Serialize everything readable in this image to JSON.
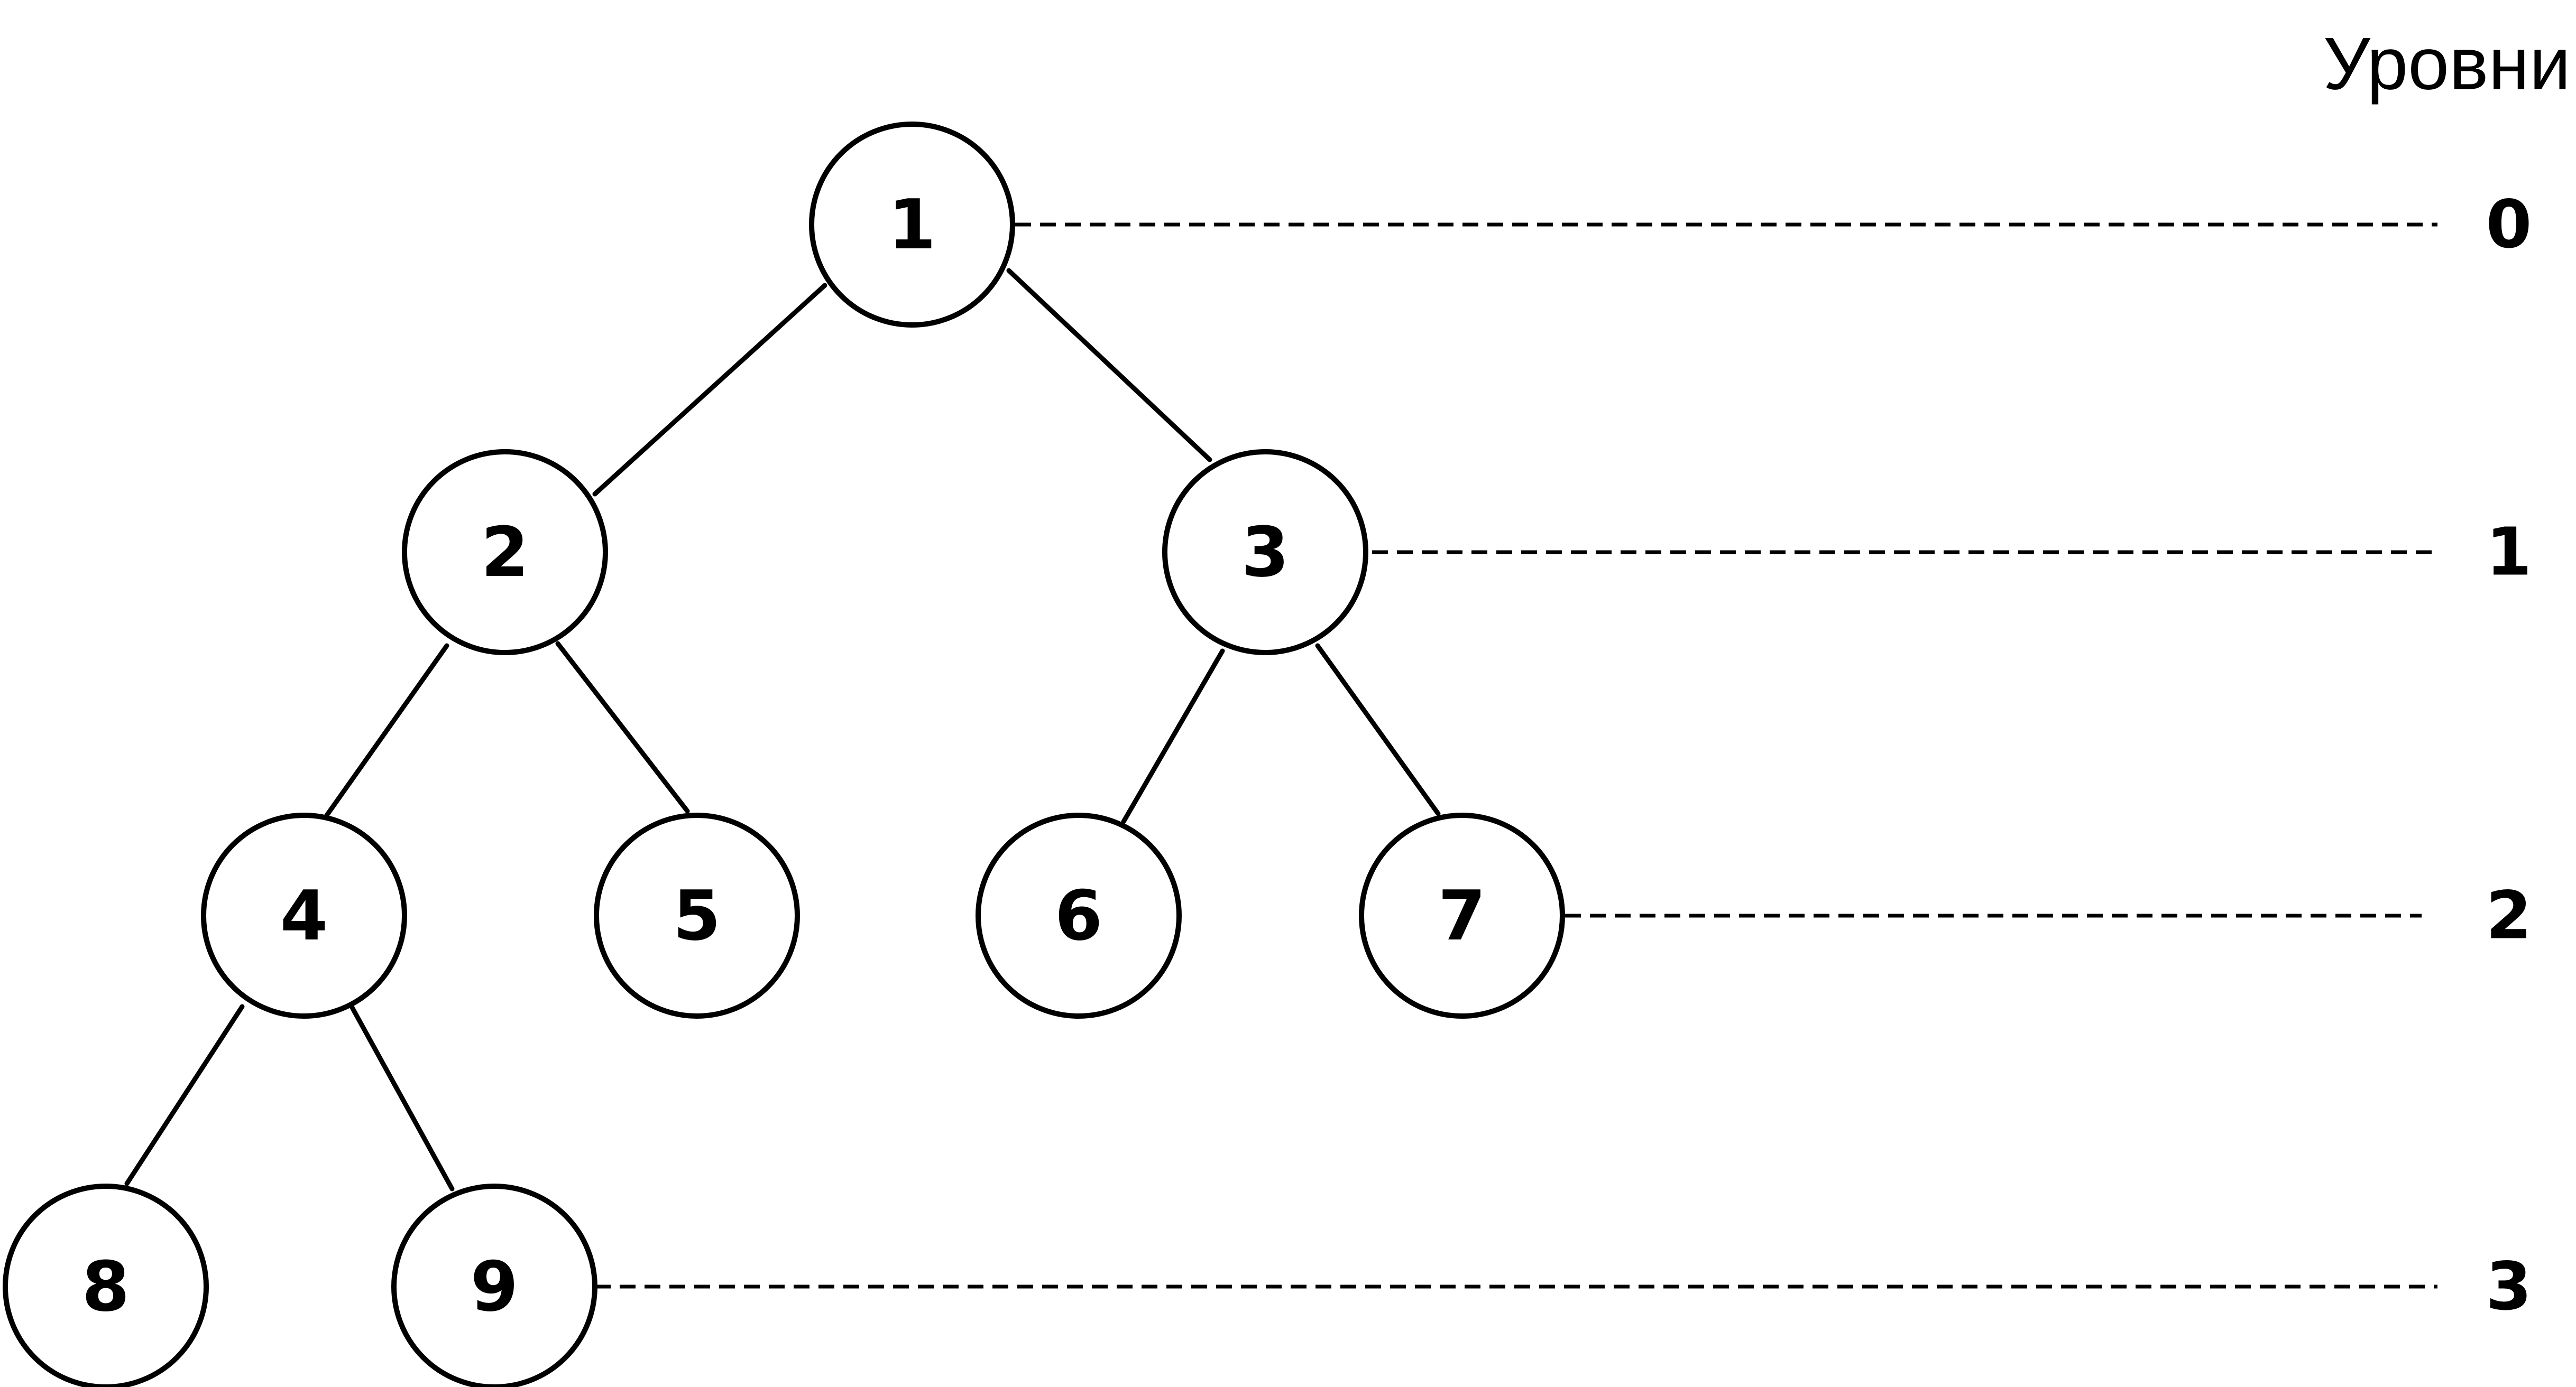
{
  "levels_title": "Уровни",
  "nodes": [
    {
      "id": "n1",
      "label": "1"
    },
    {
      "id": "n2",
      "label": "2"
    },
    {
      "id": "n3",
      "label": "3"
    },
    {
      "id": "n4",
      "label": "4"
    },
    {
      "id": "n5",
      "label": "5"
    },
    {
      "id": "n6",
      "label": "6"
    },
    {
      "id": "n7",
      "label": "7"
    },
    {
      "id": "n8",
      "label": "8"
    },
    {
      "id": "n9",
      "label": "9"
    }
  ],
  "edges": [
    {
      "from": "n1",
      "to": "n2"
    },
    {
      "from": "n1",
      "to": "n3"
    },
    {
      "from": "n2",
      "to": "n4"
    },
    {
      "from": "n2",
      "to": "n5"
    },
    {
      "from": "n3",
      "to": "n6"
    },
    {
      "from": "n3",
      "to": "n7"
    },
    {
      "from": "n4",
      "to": "n8"
    },
    {
      "from": "n4",
      "to": "n9"
    }
  ],
  "levels": [
    {
      "label": "0"
    },
    {
      "label": "1"
    },
    {
      "label": "2"
    },
    {
      "label": "3"
    }
  ]
}
